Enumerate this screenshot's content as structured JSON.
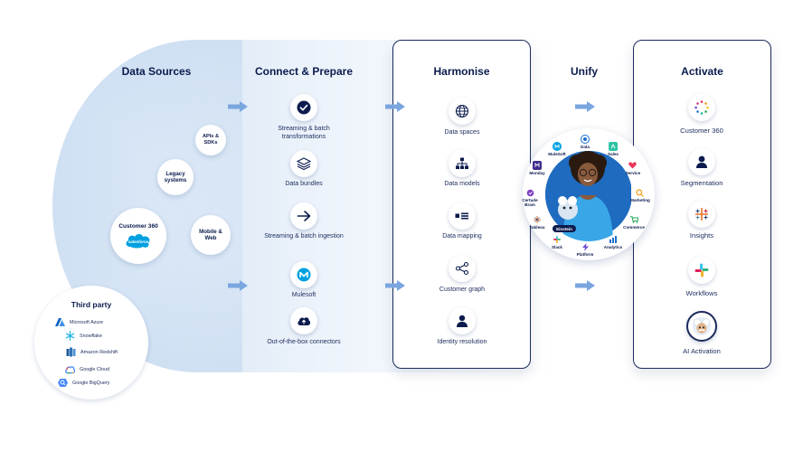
{
  "columns": {
    "sources": "Data Sources",
    "connect": "Connect & Prepare",
    "harmonise": "Harmonise",
    "unify": "Unify",
    "activate": "Activate"
  },
  "sources": {
    "apis": "APIs & SDKs",
    "legacy": "Legacy systems",
    "customer360": "Customer 360",
    "salesforce_logo": "salesforce",
    "mobile": "Mobile & Web"
  },
  "third_party": {
    "title": "Third party",
    "items": [
      "Microsoft Azure",
      "Snowflake",
      "Amazon Redshift",
      "Google Cloud",
      "Google BigQuery"
    ]
  },
  "connect": {
    "items": [
      {
        "label": "Streaming & batch transformations",
        "icon": "check-circle-icon"
      },
      {
        "label": "Data bundles",
        "icon": "layers-icon"
      },
      {
        "label": "Streaming & batch ingestion",
        "icon": "branch-arrow-icon"
      },
      {
        "label": "Mulesoft",
        "icon": "mulesoft-icon"
      },
      {
        "label": "Out-of-the-box connectors",
        "icon": "cloud-upload-icon"
      }
    ]
  },
  "harmonise": {
    "items": [
      {
        "label": "Data spaces",
        "icon": "globe-icon"
      },
      {
        "label": "Data models",
        "icon": "hierarchy-icon"
      },
      {
        "label": "Data mapping",
        "icon": "mapping-icon"
      },
      {
        "label": "Customer graph",
        "icon": "share-icon"
      },
      {
        "label": "Identity resolution",
        "icon": "user-icon"
      }
    ]
  },
  "unify": {
    "ring_labels": [
      "MuleSoft",
      "Data",
      "Sales",
      "Service",
      "Marketing",
      "Commerce",
      "Analytics",
      "Platform",
      "Slack",
      "Tableau",
      "Certude Bram",
      "Monday"
    ],
    "badge": "Einstein"
  },
  "activate": {
    "items": [
      {
        "label": "Customer 360",
        "icon": "dots-ring-icon"
      },
      {
        "label": "Segmentation",
        "icon": "person-icon"
      },
      {
        "label": "Insights",
        "icon": "tableau-icon"
      },
      {
        "label": "Workflows",
        "icon": "slack-icon"
      },
      {
        "label": "AI Activation",
        "icon": "einstein-icon"
      }
    ]
  },
  "colors": {
    "navy": "#0b1b4d",
    "arrow": "#7aa6e0",
    "salesforce_blue": "#00a1e0",
    "accent_blue": "#1b6fd1"
  }
}
